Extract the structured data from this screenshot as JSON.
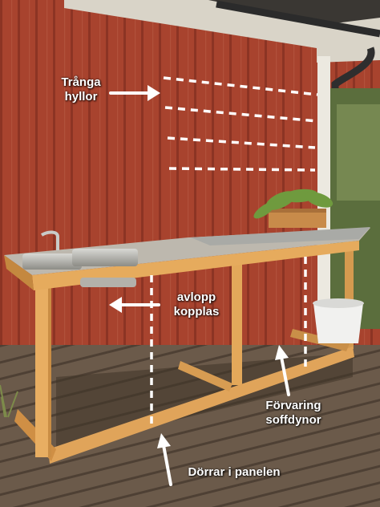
{
  "annotations": {
    "shelves": "Trånga\nhyllor",
    "drain": "avlopp\nkopplas",
    "storage": "Förvaring\nsoffdynor",
    "doors": "Dörrar i panelen"
  },
  "colors": {
    "wall": "#a8432e",
    "deck": "#6b5a4a",
    "frame_wood": "#e3a85a",
    "countertop": "#bdb8ae",
    "dashed_line": "#ffffff"
  }
}
